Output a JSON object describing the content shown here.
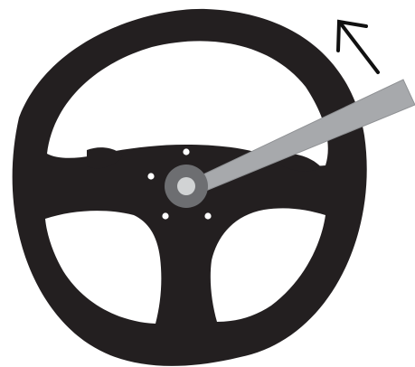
{
  "figure": {
    "subject": "steering-wheel",
    "lever": "pointer-stalk",
    "motion_indicator": "up-left-arrow"
  },
  "colors": {
    "background": "#ffffff",
    "wheel": "#231f20",
    "holes": "#ffffff",
    "lever": "#a7a9ac",
    "lever_outline": "#8f9194",
    "hub_outer": "#6d6e71",
    "hub_inner": "#d1d3d4",
    "arrow": "#111111"
  }
}
